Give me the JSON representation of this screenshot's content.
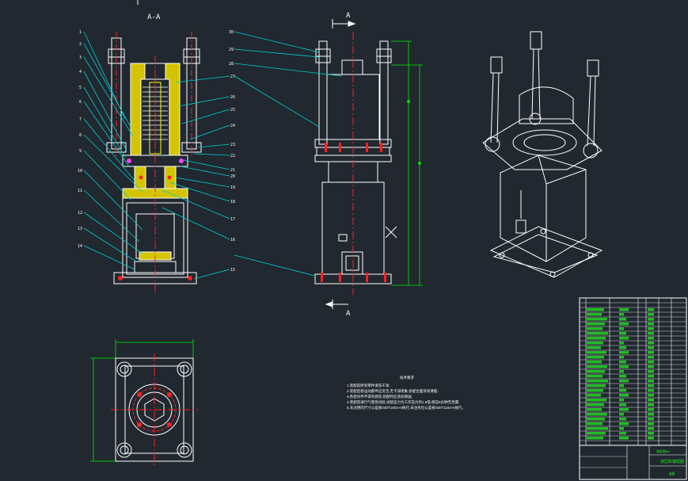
{
  "drawing": {
    "section_title": "A-A",
    "section_marker_top": "A",
    "section_marker_bottom": "A",
    "notes_title": "技术要求",
    "notes": [
      "1.装配前所有零件清洗干净;",
      "2.装配后各运动部件应灵活,无卡滞现象,各配合面涂润滑脂;",
      "3.各密封件不得有损伤,装配时应涂润滑油;",
      "4.装配后进行气密性试验,试验压力为工作压力的1.5倍,保压5分钟无泄漏;",
      "5.未注明的尺寸公差按GB/T1804-m执行,未注形位公差按GB/T1184-K执行。"
    ],
    "left_balloons": [
      "1",
      "2",
      "3",
      "4",
      "5",
      "6",
      "7",
      "8",
      "9",
      "10",
      "11",
      "12",
      "13",
      "14"
    ],
    "right_balloons": [
      "27",
      "26",
      "25",
      "24",
      "23",
      "22",
      "21",
      "20",
      "19",
      "18",
      "17",
      "16",
      "15"
    ],
    "front_balloons": [
      "30",
      "29",
      "28"
    ],
    "title_block": {
      "drawing_name": "液压缸装配图",
      "sheet_size": "A0",
      "company": "装配图A0"
    }
  },
  "colors": {
    "background": "#212830",
    "outline": "#ffffff",
    "hatch": "#ffff00",
    "centerline": "#ff2020",
    "leader": "#00d0d0",
    "table_text": "#22ee22",
    "dimension": "#00ee00"
  }
}
